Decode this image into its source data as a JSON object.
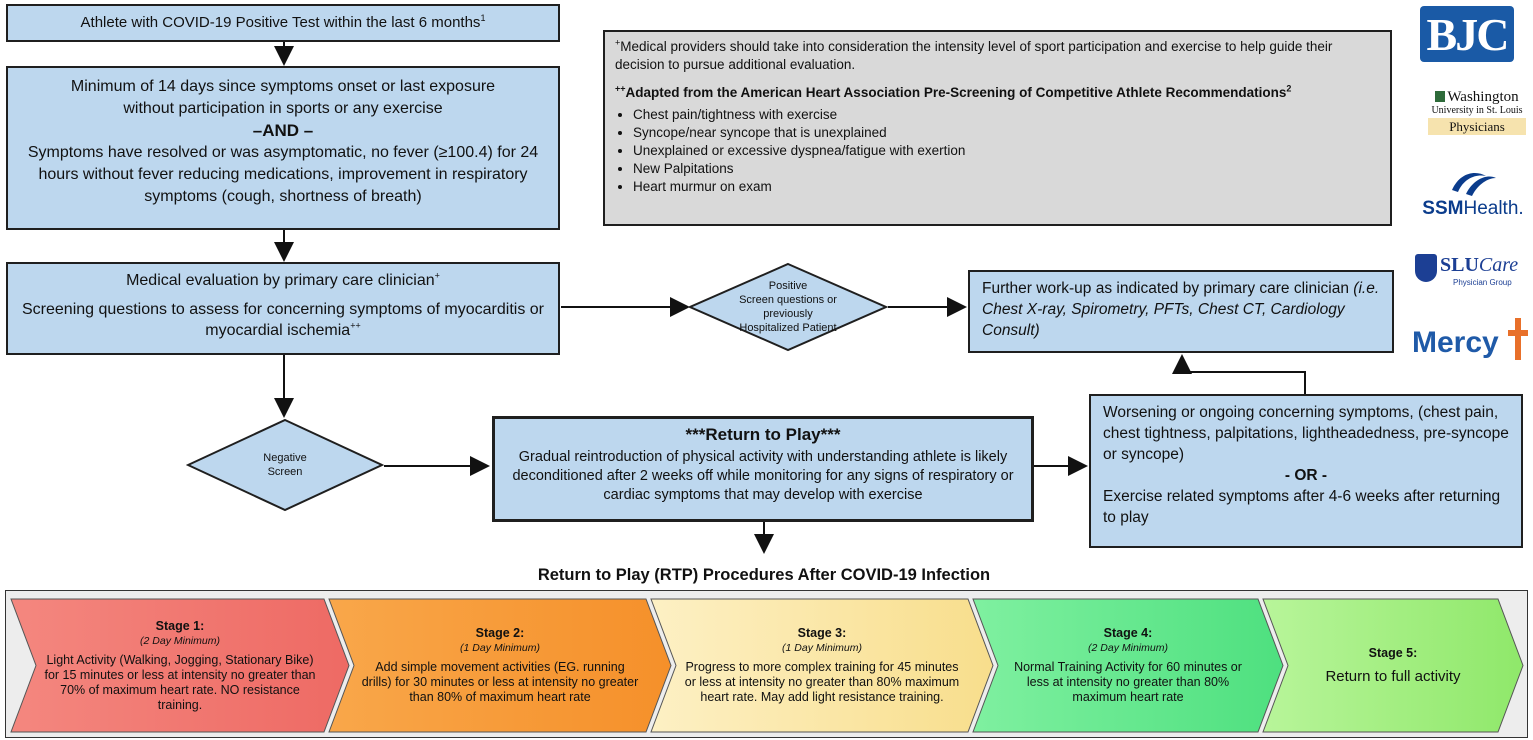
{
  "boxes": {
    "covid_positive": "Athlete with COVID-19 Positive Test within the last 6 months",
    "covid_positive_sup": "1",
    "min_days_line1": "Minimum of 14 days since symptoms onset or last exposure",
    "min_days_line2": "without participation in sports or any exercise",
    "and": "–AND –",
    "symptoms_resolved": "Symptoms have resolved or was asymptomatic, no fever (≥100.4) for 24 hours without fever reducing medications, improvement in respiratory symptoms (cough, shortness of breath)",
    "medical_eval": "Medical evaluation by primary care clinician",
    "medical_eval_sup": "+",
    "screening": "Screening questions to assess for concerning symptoms of myocarditis or myocardial ischemia",
    "screening_sup": "++",
    "further_workup": "Further work-up as indicated by primary care clinician ",
    "further_workup_italic": "(i.e. Chest X-ray, Spirometry, PFTs, Chest CT, Cardiology Consult)",
    "rtp_title": "***Return to Play***",
    "rtp_body": "Gradual reintroduction of physical activity with understanding athlete is likely deconditioned after 2 weeks off while monitoring for any signs of respiratory or cardiac symptoms that may develop with exercise",
    "worsening": "Worsening or ongoing concerning symptoms, (chest pain, chest tightness, palpitations, lightheadedness, pre-syncope or syncope)",
    "or": "- OR -",
    "exercise_related": "Exercise related symptoms after 4-6 weeks after returning to play"
  },
  "diamonds": {
    "positive": [
      "Positive",
      "Screen questions or",
      "previously",
      "Hospitalized Patient"
    ],
    "negative": [
      "Negative",
      "Screen"
    ]
  },
  "note": {
    "sup1": "+",
    "text1": "Medical providers should take into consideration the intensity level of sport participation and exercise to help guide their decision to pursue additional evaluation.",
    "sup2": "++",
    "heading": "Adapted from the American Heart Association Pre-Screening of Competitive Athlete Recommendations",
    "heading_sup": "2",
    "items": [
      "Chest pain/tightness with exercise",
      "Syncope/near syncope that is unexplained",
      "Unexplained or excessive dyspnea/fatigue with exertion",
      "New Palpitations",
      "Heart murmur on exam"
    ]
  },
  "procedures_title": "Return to Play (RTP) Procedures After COVID-19 Infection",
  "stages": [
    {
      "title": "Stage 1:",
      "min": "(2 Day Minimum)",
      "text": "Light Activity (Walking, Jogging, Stationary Bike) for 15 minutes or less at intensity no greater than 70% of maximum heart rate. NO resistance training.",
      "color": "#f4877f",
      "color2": "#ee6a64"
    },
    {
      "title": "Stage 2:",
      "min": "(1 Day Minimum)",
      "text": "Add simple movement activities (EG. running drills) for 30 minutes or less at intensity no greater than 80% of maximum heart rate",
      "color": "#f9a74a",
      "color2": "#f5902a"
    },
    {
      "title": "Stage 3:",
      "min": "(1 Day Minimum)",
      "text": "Progress to more complex training for 45 minutes or less at intensity no greater than 80% maximum heart rate. May add light resistance training.",
      "color": "#fdf0c4",
      "color2": "#f8de8c"
    },
    {
      "title": "Stage 4:",
      "min": "(2 Day Minimum)",
      "text": "Normal Training Activity for 60 minutes or less at intensity no greater than 80% maximum heart rate",
      "color": "#7ff0a0",
      "color2": "#4ee07f"
    },
    {
      "title": "Stage 5:",
      "min": "",
      "text": "Return to full activity",
      "color": "#b8f59a",
      "color2": "#8fe86a"
    }
  ],
  "logos": {
    "bjc": "BJC",
    "washu_line1": "Washington",
    "washu_line2": "University in St. Louis",
    "washu_line3": "Physicians",
    "ssm_bold": "SSM",
    "ssm_rest": "Health.",
    "slu_main": "SLU",
    "slu_care": "Care",
    "slu_sub": "Physician Group",
    "mercy": "Mercy"
  },
  "colors": {
    "box_blue": "#bdd7ee",
    "note_gray": "#d9d9d9",
    "bjc_blue": "#1a5aa6",
    "ssm_blue": "#0b3c8c",
    "mercy_blue": "#1f5aa8",
    "mercy_cross": "#e8702a"
  }
}
